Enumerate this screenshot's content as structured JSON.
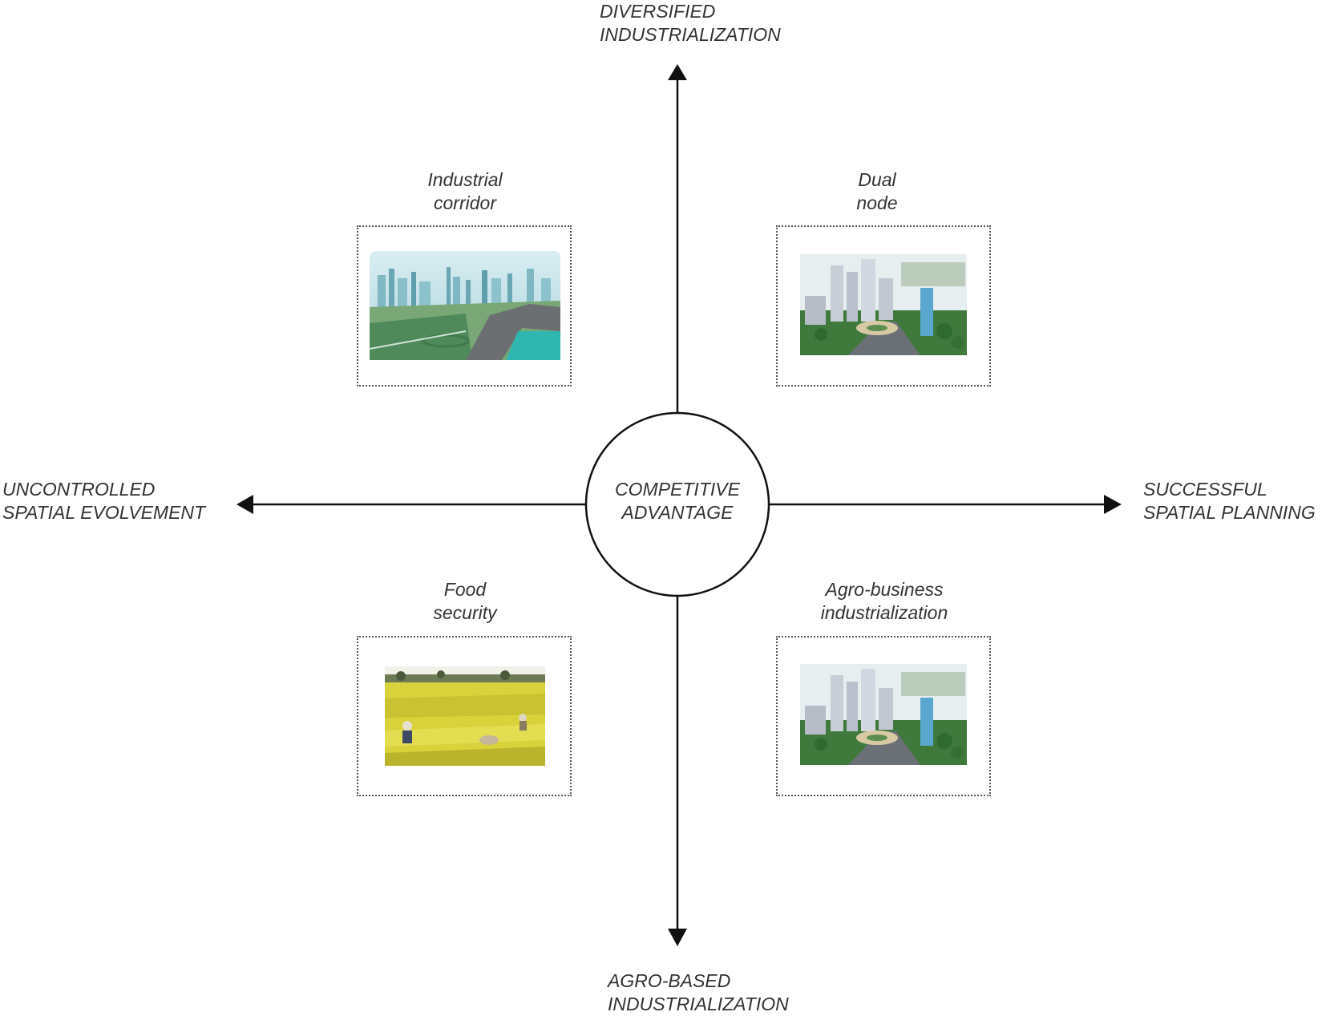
{
  "axes": {
    "top": [
      "DIVERSIFIED",
      "INDUSTRIALIZATION"
    ],
    "bottom": [
      "AGRO-BASED",
      "INDUSTRIALIZATION"
    ],
    "left": [
      "UNCONTROLLED",
      "SPATIAL EVOLVEMENT"
    ],
    "right": [
      "SUCCESSFUL",
      "SPATIAL PLANNING"
    ]
  },
  "center": [
    "COMPETITIVE",
    "ADVANTAGE"
  ],
  "quadrants": {
    "top_left": [
      "Industrial",
      "corridor"
    ],
    "top_right": [
      "Dual",
      "node"
    ],
    "bottom_left": [
      "Food",
      "security"
    ],
    "bottom_right": [
      "Agro-business",
      "industrialization"
    ]
  },
  "colors": {
    "line": "#111111",
    "text": "#333333",
    "frame": "#555555"
  }
}
